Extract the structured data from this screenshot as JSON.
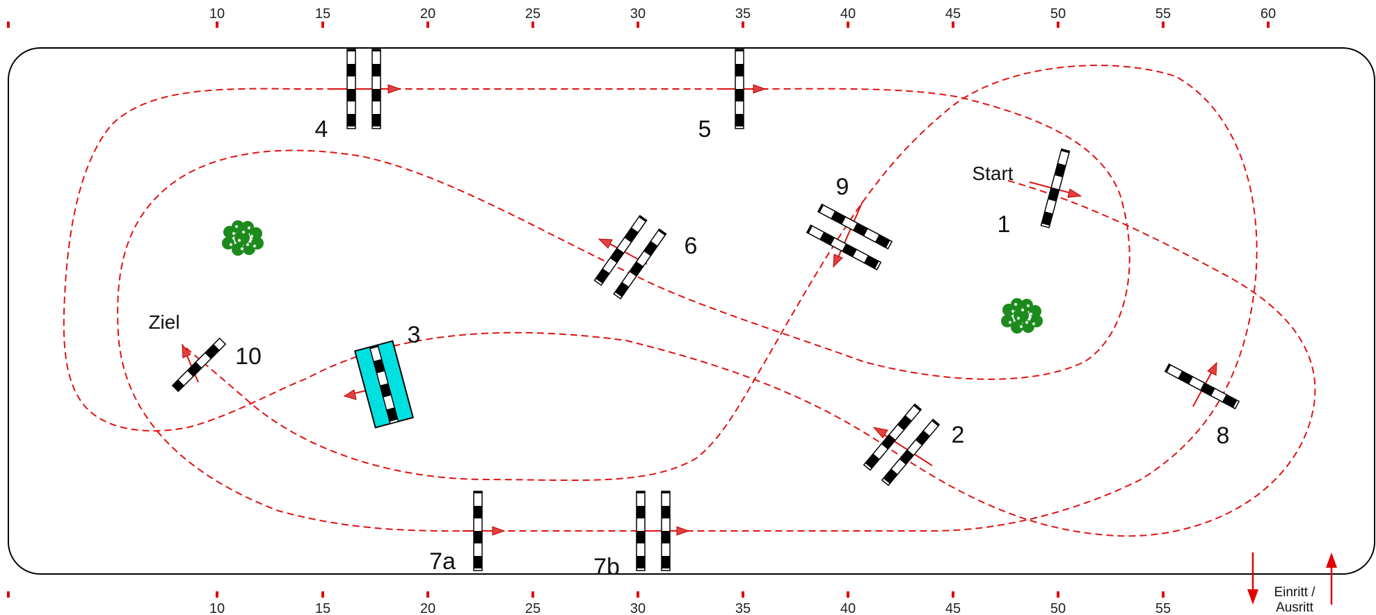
{
  "ruler": {
    "top_ticks": [
      "10",
      "15",
      "20",
      "25",
      "30",
      "35",
      "40",
      "45",
      "50",
      "55",
      "60"
    ],
    "bottom_ticks": [
      "10",
      "15",
      "20",
      "25",
      "30",
      "35",
      "40",
      "45",
      "50",
      "55"
    ]
  },
  "labels": {
    "start": "Start",
    "finish": "Ziel",
    "entry_exit_line1": "Einritt /",
    "entry_exit_line2": "Ausritt"
  },
  "obstacles": {
    "o1": "1",
    "o2": "2",
    "o3": "3",
    "o4": "4",
    "o5": "5",
    "o6": "6",
    "o7a": "7a",
    "o7b": "7b",
    "o8": "8",
    "o9": "9",
    "o10": "10"
  },
  "colors": {
    "track": "#e01010",
    "ticks": "#e00000",
    "water_jump": "#00e0e0",
    "bushes": "#1c8a1c",
    "arena_border": "#000000"
  }
}
